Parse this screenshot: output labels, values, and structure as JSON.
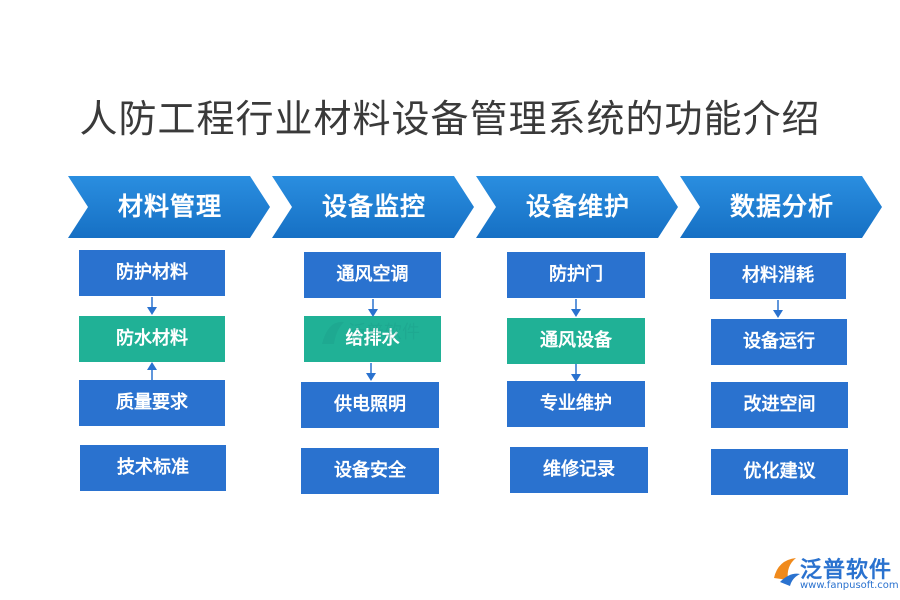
{
  "title": "人防工程行业材料设备管理系统的功能介绍",
  "columns": [
    {
      "header": "材料管理",
      "items": [
        "防护材料",
        "防水材料",
        "质量要求",
        "技术标准"
      ]
    },
    {
      "header": "设备监控",
      "items": [
        "通风空调",
        "给排水",
        "供电照明",
        "设备安全"
      ]
    },
    {
      "header": "设备维护",
      "items": [
        "防护门",
        "通风设备",
        "专业维护",
        "维修记录"
      ]
    },
    {
      "header": "数据分析",
      "items": [
        "材料消耗",
        "设备运行",
        "改进空间",
        "优化建议"
      ]
    }
  ],
  "watermark_text": "泛普软件",
  "logo": {
    "name": "泛普软件",
    "url": "www.fanpusoft.com"
  },
  "colors": {
    "header_blue": "#1a7fd4",
    "box_blue": "#2a72cf",
    "box_green": "#20b196",
    "arrow": "#2a72cf"
  }
}
